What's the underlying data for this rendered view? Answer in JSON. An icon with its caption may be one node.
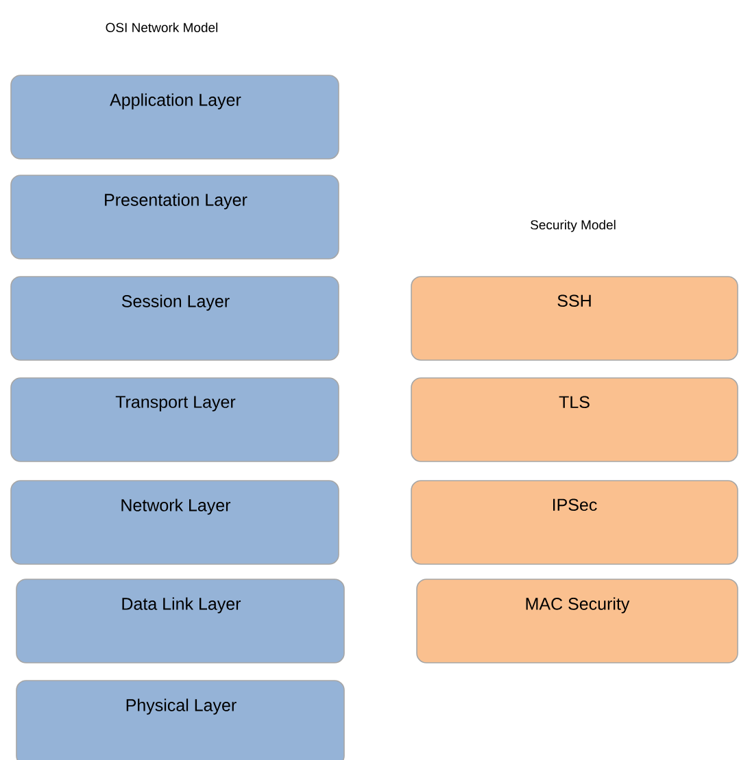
{
  "diagram": {
    "nodes": [
      {
        "text": [
          "Application Layer"
        ]
      },
      {
        "text": [
          "Presentation Layer"
        ]
      },
      {
        "text": [
          "Session Layer"
        ]
      },
      {
        "text": [
          "Transport  Layer"
        ]
      },
      {
        "text": [
          "Network  Layer"
        ]
      },
      {
        "text": [
          "Data Link Layer"
        ]
      },
      {
        "text": [
          "Physical Layer"
        ]
      },
      {
        "text": [
          "SSH"
        ]
      },
      {
        "text": [
          "TLS"
        ]
      },
      {
        "text": [
          "IPSec"
        ]
      },
      {
        "text": [
          "MAC Security"
        ]
      }
    ],
    "labels": [
      "OSI Network  Model",
      "Security Model"
    ]
  }
}
